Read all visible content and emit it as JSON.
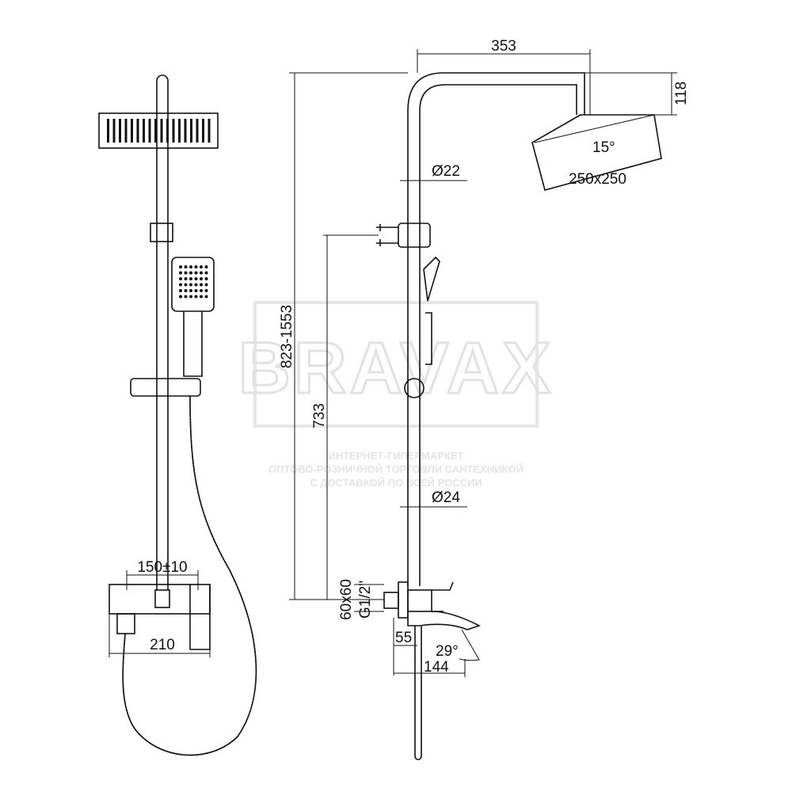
{
  "watermark": {
    "brand": "BRAVAX",
    "lines": [
      "ИНТЕРНЕТ-ГИПЕРМАРКЕТ",
      "ОПТОВО-РОЗНИЧНОЙ ТОРГОВЛИ САНТЕХНИКОЙ",
      "С ДОСТАВКОЙ ПО ВСЕЙ РОССИИ"
    ]
  },
  "front_view": {
    "dim_spacing": "150±10",
    "dim_width": "210"
  },
  "side_view": {
    "dim_reach": "353",
    "dim_head_height": "118",
    "dim_angle_head": "15°",
    "dim_head_size": "250x250",
    "dim_upper_pipe": "Ø22",
    "dim_total_height": "823-1553",
    "dim_lower_height": "733",
    "dim_lower_pipe": "Ø24",
    "dim_flange": "60x60",
    "dim_thread": "G1/2\"",
    "dim_offset": "55",
    "dim_angle_spout": "29°",
    "dim_spout": "144"
  }
}
